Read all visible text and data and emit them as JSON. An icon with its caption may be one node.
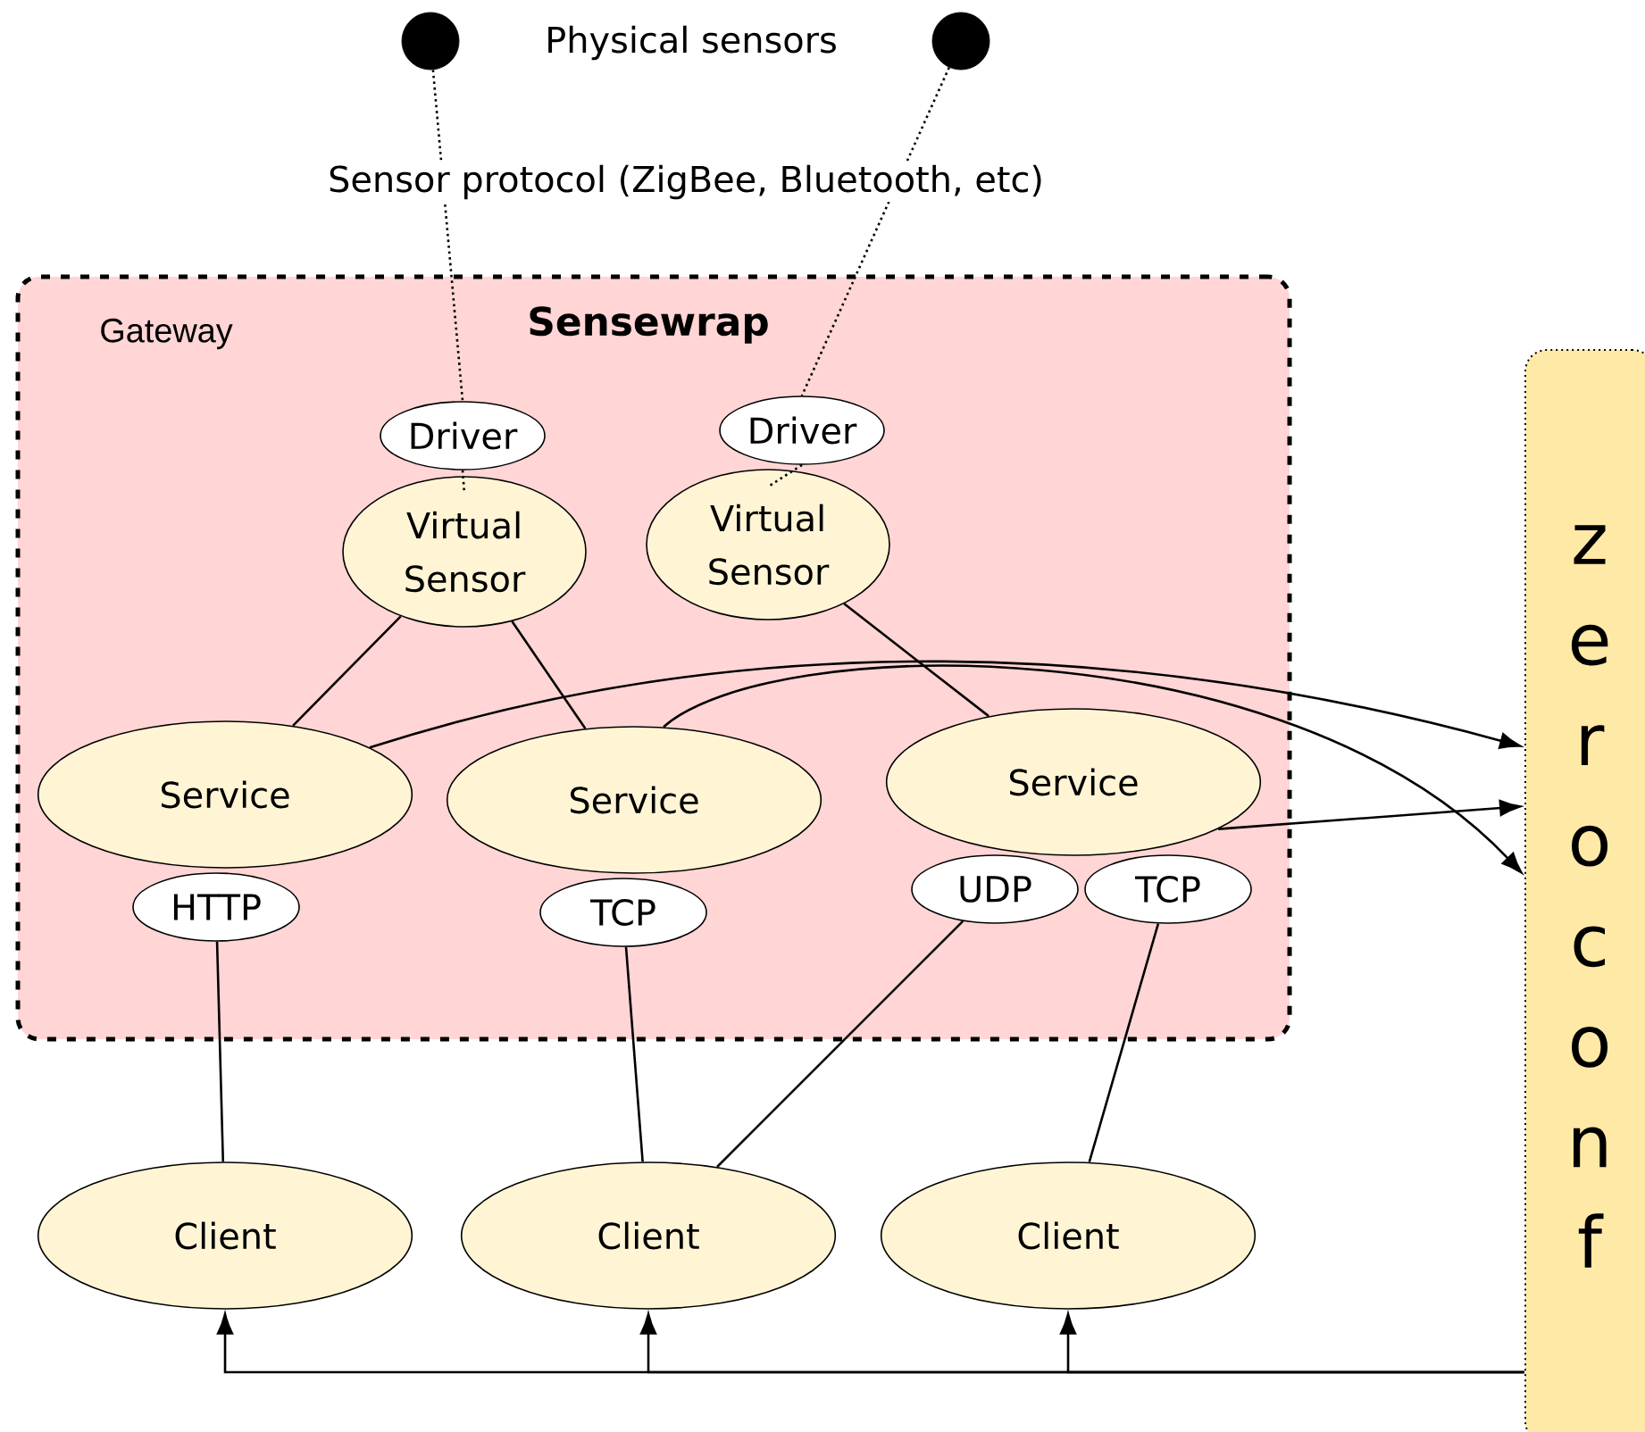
{
  "diagram": {
    "nodes": [
      {
        "text": [
          "Gateway",
          "Sensewrap"
        ]
      },
      {
        "text": [],
        "shape": "circle"
      },
      {
        "text": [],
        "shape": "circle"
      },
      {
        "text": [
          "Driver"
        ],
        "in": 0
      },
      {
        "text": [
          "Driver"
        ],
        "in": 0
      },
      {
        "text": [
          "Virtual Sensor"
        ],
        "in": 0
      },
      {
        "text": [
          "Virtual Sensor"
        ],
        "in": 0
      },
      {
        "text": [
          "Service"
        ],
        "in": 0
      },
      {
        "text": [
          "Service"
        ],
        "in": 0
      },
      {
        "text": [
          "Service"
        ],
        "in": 0
      },
      {
        "text": [
          "HTTP"
        ],
        "in": 0
      },
      {
        "text": [
          "TCP"
        ],
        "in": 0
      },
      {
        "text": [
          "UDP"
        ],
        "in": 0
      },
      {
        "text": [
          "TCP"
        ],
        "in": 0
      },
      {
        "text": [
          "Client"
        ]
      },
      {
        "text": [
          "Client"
        ]
      },
      {
        "text": [
          "Client"
        ]
      },
      {
        "text": [
          "zeroconf"
        ]
      }
    ],
    "edges": [
      {
        "from": 1,
        "to": 3,
        "arrow": "none",
        "style": "dashed"
      },
      {
        "from": 2,
        "to": 4,
        "arrow": "none",
        "style": "dashed"
      },
      {
        "from": 3,
        "to": 5,
        "arrow": "none",
        "style": "dashed"
      },
      {
        "from": 4,
        "to": 6,
        "arrow": "none",
        "style": "dashed"
      },
      {
        "from": 5,
        "to": 7,
        "arrow": "none"
      },
      {
        "from": 5,
        "to": 8,
        "arrow": "none"
      },
      {
        "from": 6,
        "to": 9,
        "arrow": "none"
      },
      {
        "from": 7,
        "to": 17,
        "arrow": "to"
      },
      {
        "from": 8,
        "to": 17,
        "arrow": "to"
      },
      {
        "from": 9,
        "to": 17,
        "arrow": "to"
      },
      {
        "from": 10,
        "to": 14,
        "arrow": "none"
      },
      {
        "from": 11,
        "to": 15,
        "arrow": "none"
      },
      {
        "from": 12,
        "to": 15,
        "arrow": "none"
      },
      {
        "from": 13,
        "to": 16,
        "arrow": "none"
      },
      {
        "from": 17,
        "to": 14,
        "arrow": "to"
      },
      {
        "from": 17,
        "to": 15,
        "arrow": "to"
      },
      {
        "from": 17,
        "to": 16,
        "arrow": "to"
      }
    ],
    "labels": [
      "Physical sensors",
      "Sensor protocol (ZigBee, Bluetooth, etc)"
    ]
  }
}
